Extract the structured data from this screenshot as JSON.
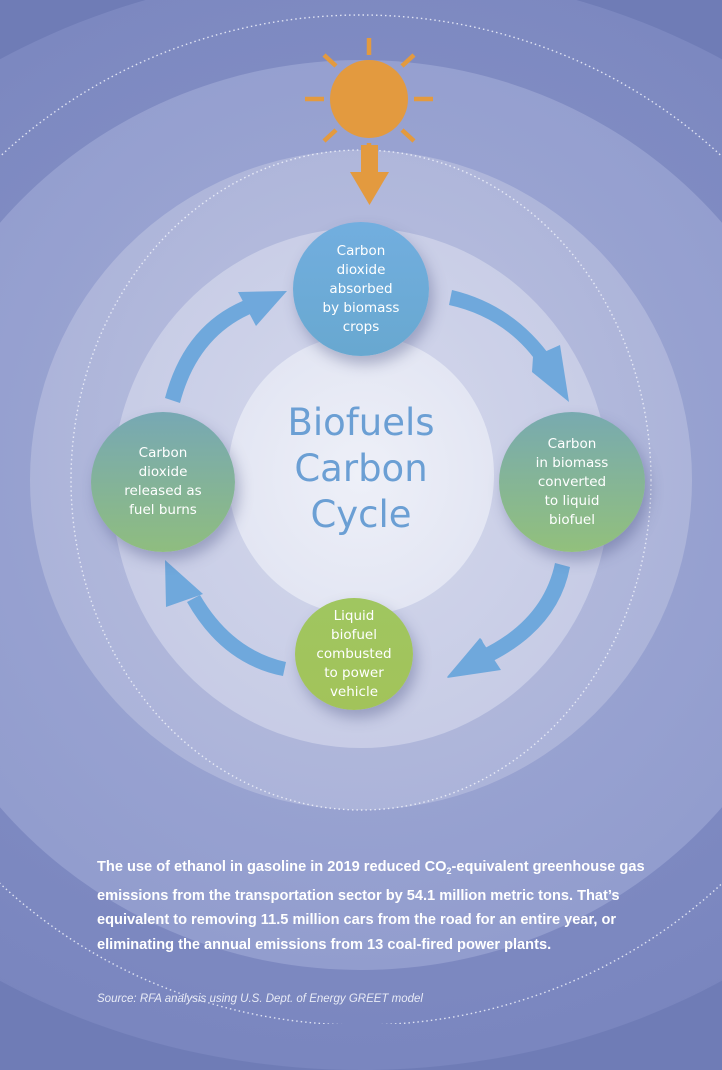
{
  "diagram": {
    "title": "Biofuels\nCarbon\nCycle",
    "nodes": [
      {
        "id": "absorbed",
        "label": "Carbon\ndioxide\nabsorbed\nby biomass\ncrops",
        "color_top": "#72aedf",
        "color_bottom": "#68a9d2"
      },
      {
        "id": "converted",
        "label": "Carbon\nin biomass\nconverted\nto liquid\nbiofuel",
        "color_top": "#78aab0",
        "color_bottom": "#8fbf80"
      },
      {
        "id": "combusted",
        "label": "Liquid\nbiofuel\ncombusted\nto power\nvehicle",
        "color_top": "#9cc35f",
        "color_bottom": "#a4c65a"
      },
      {
        "id": "released",
        "label": "Carbon\ndioxide\nreleased as\nfuel burns",
        "color_top": "#7aa9b2",
        "color_bottom": "#8fbd80"
      }
    ],
    "arrows": [
      {
        "from": "absorbed",
        "to": "converted",
        "direction": "clockwise"
      },
      {
        "from": "converted",
        "to": "combusted",
        "direction": "clockwise"
      },
      {
        "from": "combusted",
        "to": "released",
        "direction": "clockwise"
      },
      {
        "from": "released",
        "to": "absorbed",
        "direction": "clockwise"
      }
    ],
    "sun": {
      "icon": "sun-icon",
      "color": "#e39a3f"
    },
    "arrow_color": "#6fa8dc"
  },
  "stats": {
    "line_prefix": "The use of ethanol in gasoline in 2019 reduced CO",
    "subscript": "2",
    "line_suffix": "-equivalent greenhouse gas emissions from the transportation sector by 54.1 million metric tons. That’s equivalent to removing 11.5 million cars from the road for an entire year, or eliminating the annual emissions from 13 coal-fired power plants."
  },
  "source": "Source: RFA analysis using U.S. Dept. of Energy GREET model"
}
